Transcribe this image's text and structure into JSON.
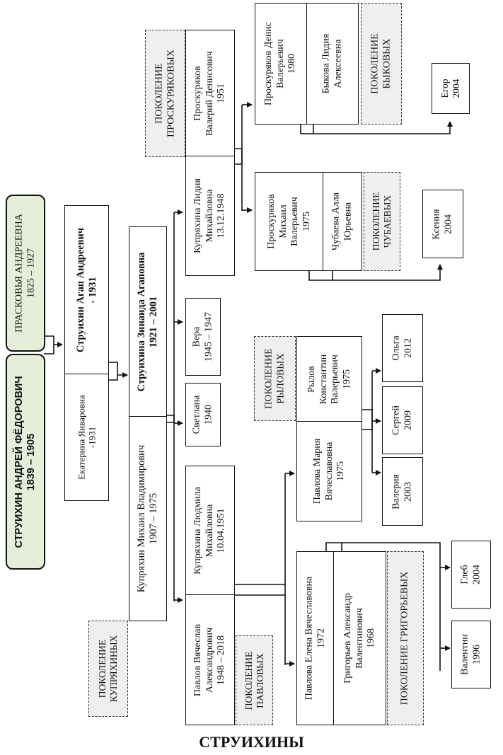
{
  "title": "СТРУИХИНЫ",
  "people": {
    "andrey": {
      "name": "СТРУИХИН АНДРЕЙ ФЁДОРОВИЧ",
      "dates": "1839 – 1905"
    },
    "praskovya": {
      "name": "ПРАСКОВЬЯ АНДРЕЕВНА",
      "dates": "1825 – 1927"
    },
    "agap": {
      "name": "Струихин Агап Андреевич",
      "dates": "- 1931"
    },
    "ekaterina": {
      "name": "Екатерина Январовна",
      "dates": "-1931"
    },
    "zinaida": {
      "name": "Струихина Зинаида Агаповна",
      "dates": "1921 – 2001"
    },
    "mikhail_k": {
      "name": "Купряхин Михаил Владимирович",
      "dates": "1907 – 1975"
    },
    "lidia": {
      "line1": "Купряхина Лидия",
      "line2": "Михайловна",
      "dates": "13.12.1948"
    },
    "valeriy": {
      "line1": "Проскуряков",
      "line2": "Валерий Денисович",
      "dates": "1951"
    },
    "vera": {
      "name": "Вера",
      "dates": "1945 – 1947"
    },
    "svetlana": {
      "name": "Светлана",
      "dates": "1940"
    },
    "lyudmila": {
      "line1": "Купряхина Людмила",
      "line2": "Михайловна",
      "dates": "10.04.1951"
    },
    "vyacheslav": {
      "line1": "Павлов Вячеслав",
      "line2": "Александрович",
      "dates": "1948 – 2018"
    },
    "denis": {
      "line1": "Проскуряков Денис",
      "line2": "Валерьевич",
      "dates": "1980"
    },
    "bykova": {
      "line1": "Быкова Лидия",
      "line2": "Алексеевна"
    },
    "mikhail_p": {
      "line1": "Проскуряков",
      "line2": "Михаил",
      "line3": "Валерьевич",
      "dates": "1975"
    },
    "chubaeva": {
      "line1": "Чубаева Алла",
      "line2": "Юрьевна"
    },
    "egor": {
      "name": "Егор",
      "dates": "2004"
    },
    "kseniya": {
      "name": "Ксения",
      "dates": "2004"
    },
    "rylov": {
      "line1": "Рылов",
      "line2": "Константин",
      "line3": "Валерьевич",
      "dates": "1975"
    },
    "maria": {
      "line1": "Павлова Мария",
      "line2": "Вячеславовна",
      "dates": "1975"
    },
    "olga": {
      "name": "Ольга",
      "dates": "2012"
    },
    "sergey": {
      "name": "Сергей",
      "dates": "2009"
    },
    "valeria": {
      "name": "Валерия",
      "dates": "2003"
    },
    "elena": {
      "name": "Павлова Елена Вячеславовна",
      "dates": "1972"
    },
    "grigoriev": {
      "line1": "Григорьев Александр",
      "line2": "Валентинович",
      "dates": "1968"
    },
    "gleb": {
      "name": "Глеб",
      "dates": "2004"
    },
    "valentin": {
      "name": "Валентин",
      "dates": "1996"
    }
  },
  "generations": {
    "kupryakhiny": {
      "line1": "ПОКОЛЕНИЕ",
      "line2": "КУПРЯХИНЫХ"
    },
    "proskuryakovy": {
      "line1": "ПОКОЛЕНИЕ",
      "line2": "ПРОСКУРЯКОВЫХ"
    },
    "bykovy": {
      "line1": "ПОКОЛЕНИЕ",
      "line2": "БЫКОВЫХ"
    },
    "chubaevy": {
      "line1": "ПОКОЛЕНИЕ",
      "line2": "ЧУБАЕВЫХ"
    },
    "rylovy": {
      "line1": "ПОКОЛЕНИЕ",
      "line2": "РЫЛОВЫХ"
    },
    "pavlovy": {
      "line1": "ПОКОЛЕНИЕ",
      "line2": "ПАВЛОВЫХ"
    },
    "grigorievy": {
      "line1": "ПОКОЛЕНИЕ ГРИГОРЬЕВЫХ"
    }
  },
  "colors": {
    "root_fill": "#e4eed9",
    "generation_fill": "#efefef",
    "line": "#111111"
  }
}
